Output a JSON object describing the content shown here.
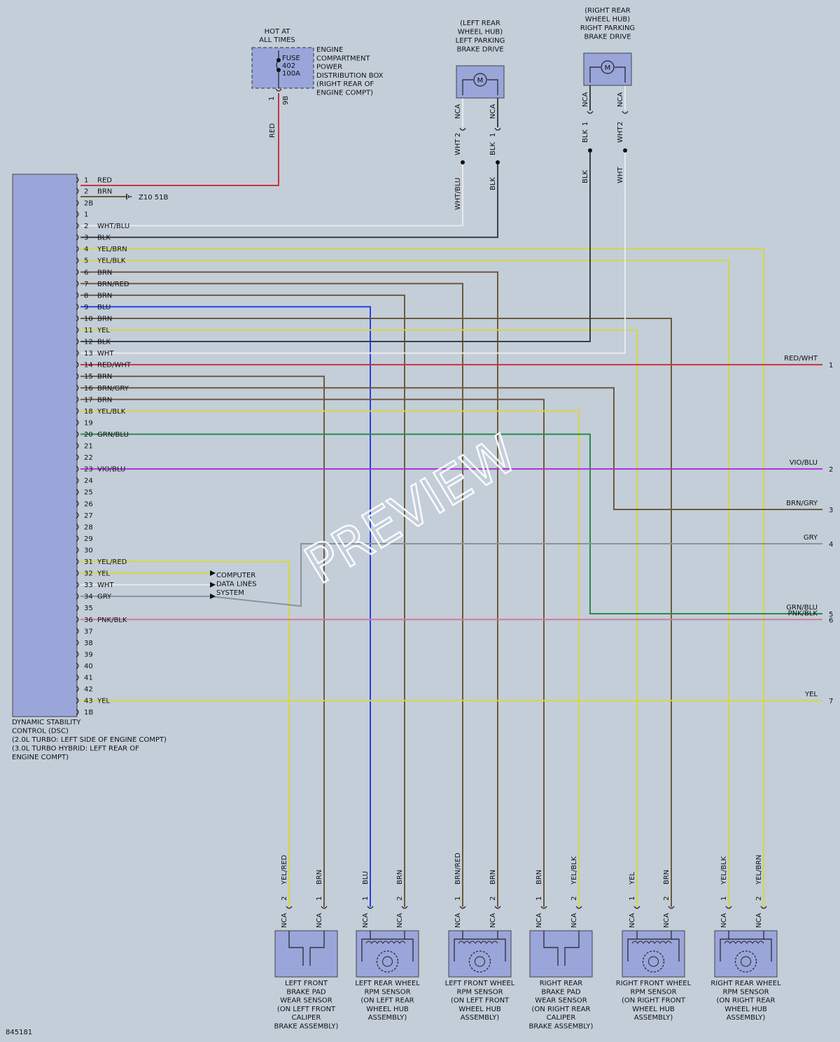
{
  "watermark": "PREVIEW",
  "figure_id": "845181",
  "dsc_module": {
    "lines": [
      "DYNAMIC STABILITY",
      "CONTROL (DSC)",
      "(2.0L TURBO: LEFT SIDE OF ENGINE COMPT)",
      "(3.0L TURBO HYBRID: LEFT REAR OF",
      "ENGINE COMPT)"
    ]
  },
  "fuse_box": {
    "hot_label": [
      "HOT AT",
      "ALL TIMES"
    ],
    "fuse_text": [
      "FUSE",
      "402",
      "100A"
    ],
    "box_label": [
      "ENGINE",
      "COMPARTMENT",
      "POWER",
      "DISTRIBUTION BOX",
      "(RIGHT REAR OF",
      "ENGINE COMPT)"
    ],
    "pin_left": "1",
    "pin_right": "9B",
    "wire_color": "RED"
  },
  "ground": {
    "label": "Z10 51B"
  },
  "computer_data_lines": [
    "COMPUTER",
    "DATA LINES",
    "SYSTEM"
  ],
  "connector_b": [
    {
      "pin": "1",
      "color": "RED"
    },
    {
      "pin": "2",
      "color": "BRN"
    },
    {
      "pin": "2B",
      "color": ""
    }
  ],
  "connector_a": [
    {
      "pin": "1",
      "color": ""
    },
    {
      "pin": "2",
      "color": "WHT/BLU"
    },
    {
      "pin": "3",
      "color": "BLK"
    },
    {
      "pin": "4",
      "color": "YEL/BRN"
    },
    {
      "pin": "5",
      "color": "YEL/BLK"
    },
    {
      "pin": "6",
      "color": "BRN"
    },
    {
      "pin": "7",
      "color": "BRN/RED"
    },
    {
      "pin": "8",
      "color": "BRN"
    },
    {
      "pin": "9",
      "color": "BLU"
    },
    {
      "pin": "10",
      "color": "BRN"
    },
    {
      "pin": "11",
      "color": "YEL"
    },
    {
      "pin": "12",
      "color": "BLK"
    },
    {
      "pin": "13",
      "color": "WHT"
    },
    {
      "pin": "14",
      "color": "RED/WHT"
    },
    {
      "pin": "15",
      "color": "BRN"
    },
    {
      "pin": "16",
      "color": "BRN/GRY"
    },
    {
      "pin": "17",
      "color": "BRN"
    },
    {
      "pin": "18",
      "color": "YEL/BLK"
    },
    {
      "pin": "19",
      "color": ""
    },
    {
      "pin": "20",
      "color": "GRN/BLU"
    },
    {
      "pin": "21",
      "color": ""
    },
    {
      "pin": "22",
      "color": ""
    },
    {
      "pin": "23",
      "color": "VIO/BLU"
    },
    {
      "pin": "24",
      "color": ""
    },
    {
      "pin": "25",
      "color": ""
    },
    {
      "pin": "26",
      "color": ""
    },
    {
      "pin": "27",
      "color": ""
    },
    {
      "pin": "28",
      "color": ""
    },
    {
      "pin": "29",
      "color": ""
    },
    {
      "pin": "30",
      "color": ""
    },
    {
      "pin": "31",
      "color": "YEL/RED"
    },
    {
      "pin": "32",
      "color": "YEL"
    },
    {
      "pin": "33",
      "color": "WHT"
    },
    {
      "pin": "34",
      "color": "GRY"
    },
    {
      "pin": "35",
      "color": ""
    },
    {
      "pin": "36",
      "color": "PNK/BLK"
    },
    {
      "pin": "37",
      "color": ""
    },
    {
      "pin": "38",
      "color": ""
    },
    {
      "pin": "39",
      "color": ""
    },
    {
      "pin": "40",
      "color": ""
    },
    {
      "pin": "41",
      "color": ""
    },
    {
      "pin": "42",
      "color": ""
    },
    {
      "pin": "43",
      "color": "YEL"
    },
    {
      "pin": "1B",
      "color": ""
    }
  ],
  "right_outputs": [
    {
      "color": "RED/WHT",
      "num": "1"
    },
    {
      "color": "VIO/BLU",
      "num": "2"
    },
    {
      "color": "BRN/GRY",
      "num": "3"
    },
    {
      "color": "GRY",
      "num": "4"
    },
    {
      "color": "GRN/BLU",
      "num": "5"
    },
    {
      "color": "PNK/BLK",
      "num": "6"
    },
    {
      "color": "YEL",
      "num": "7"
    }
  ],
  "left_drive": {
    "label": [
      "(LEFT REAR",
      "WHEEL HUB)",
      "LEFT PARKING",
      "BRAKE DRIVE"
    ],
    "nca": "NCA",
    "motor": "M",
    "pins": [
      {
        "pin": "2",
        "color": "WHT"
      },
      {
        "pin": "1",
        "color": "BLK"
      }
    ],
    "wire_labels": [
      "WHT/BLU",
      "BLK"
    ]
  },
  "right_drive": {
    "label": [
      "(RIGHT REAR",
      "WHEEL HUB)",
      "RIGHT PARKING",
      "BRAKE DRIVE"
    ],
    "nca": "NCA",
    "motor": "M",
    "pins": [
      {
        "pin": "1",
        "color": "BLK"
      },
      {
        "pin": "2",
        "color": "WHT"
      }
    ],
    "wire_labels": [
      "BLK",
      "WHT"
    ]
  },
  "sensors": [
    {
      "label": [
        "LEFT FRONT",
        "BRAKE PAD",
        "WEAR SENSOR",
        "(ON LEFT FRONT",
        "CALIPER",
        "BRAKE ASSEMBLY)"
      ],
      "type": "pad",
      "pins": [
        {
          "pin": "2",
          "color": "YEL/RED",
          "nca": "NCA"
        },
        {
          "pin": "1",
          "color": "BRN",
          "nca": "NCA"
        }
      ]
    },
    {
      "label": [
        "LEFT REAR WHEEL",
        "RPM SENSOR",
        "(ON LEFT REAR",
        "WHEEL HUB",
        "ASSEMBLY)"
      ],
      "type": "rpm",
      "pins": [
        {
          "pin": "1",
          "color": "BLU",
          "nca": "NCA"
        },
        {
          "pin": "2",
          "color": "BRN",
          "nca": "NCA"
        }
      ]
    },
    {
      "label": [
        "LEFT FRONT WHEEL",
        "RPM SENSOR",
        "(ON LEFT FRONT",
        "WHEEL HUB",
        "ASSEMBLY)"
      ],
      "type": "rpm",
      "pins": [
        {
          "pin": "1",
          "color": "BRN/RED",
          "nca": "NCA"
        },
        {
          "pin": "2",
          "color": "BRN",
          "nca": "NCA"
        }
      ]
    },
    {
      "label": [
        "RIGHT REAR",
        "BRAKE PAD",
        "WEAR SENSOR",
        "(ON RIGHT REAR",
        "CALIPER",
        "BRAKE ASSEMBLY)"
      ],
      "type": "pad",
      "pins": [
        {
          "pin": "1",
          "color": "BRN",
          "nca": "NCA"
        },
        {
          "pin": "2",
          "color": "YEL/BLK",
          "nca": "NCA"
        }
      ]
    },
    {
      "label": [
        "RIGHT FRONT WHEEL",
        "RPM SENSOR",
        "(ON RIGHT FRONT",
        "WHEEL HUB",
        "ASSEMBLY)"
      ],
      "type": "rpm",
      "pins": [
        {
          "pin": "1",
          "color": "YEL",
          "nca": "NCA"
        },
        {
          "pin": "2",
          "color": "BRN",
          "nca": "NCA"
        }
      ]
    },
    {
      "label": [
        "RIGHT REAR WHEEL",
        "RPM SENSOR",
        "(ON RIGHT REAR",
        "WHEEL HUB",
        "ASSEMBLY)"
      ],
      "type": "rpm",
      "pins": [
        {
          "pin": "1",
          "color": "YEL/BLK",
          "nca": "NCA"
        },
        {
          "pin": "2",
          "color": "YEL/BRN",
          "nca": "NCA"
        }
      ]
    }
  ],
  "palette": {
    "background": "#c3ced9",
    "component_fill": "#9aa5da",
    "RED": "#c8343c",
    "BRN": "#6e5a3a",
    "BLK": "#3c4046",
    "WHT": "#e8eaec",
    "BLU": "#2a3ee8",
    "YEL": "#d8d640",
    "GRN": "#2a8a4a",
    "VIO": "#b030d8",
    "GRY": "#8c9298",
    "PNK": "#d07a9a"
  }
}
